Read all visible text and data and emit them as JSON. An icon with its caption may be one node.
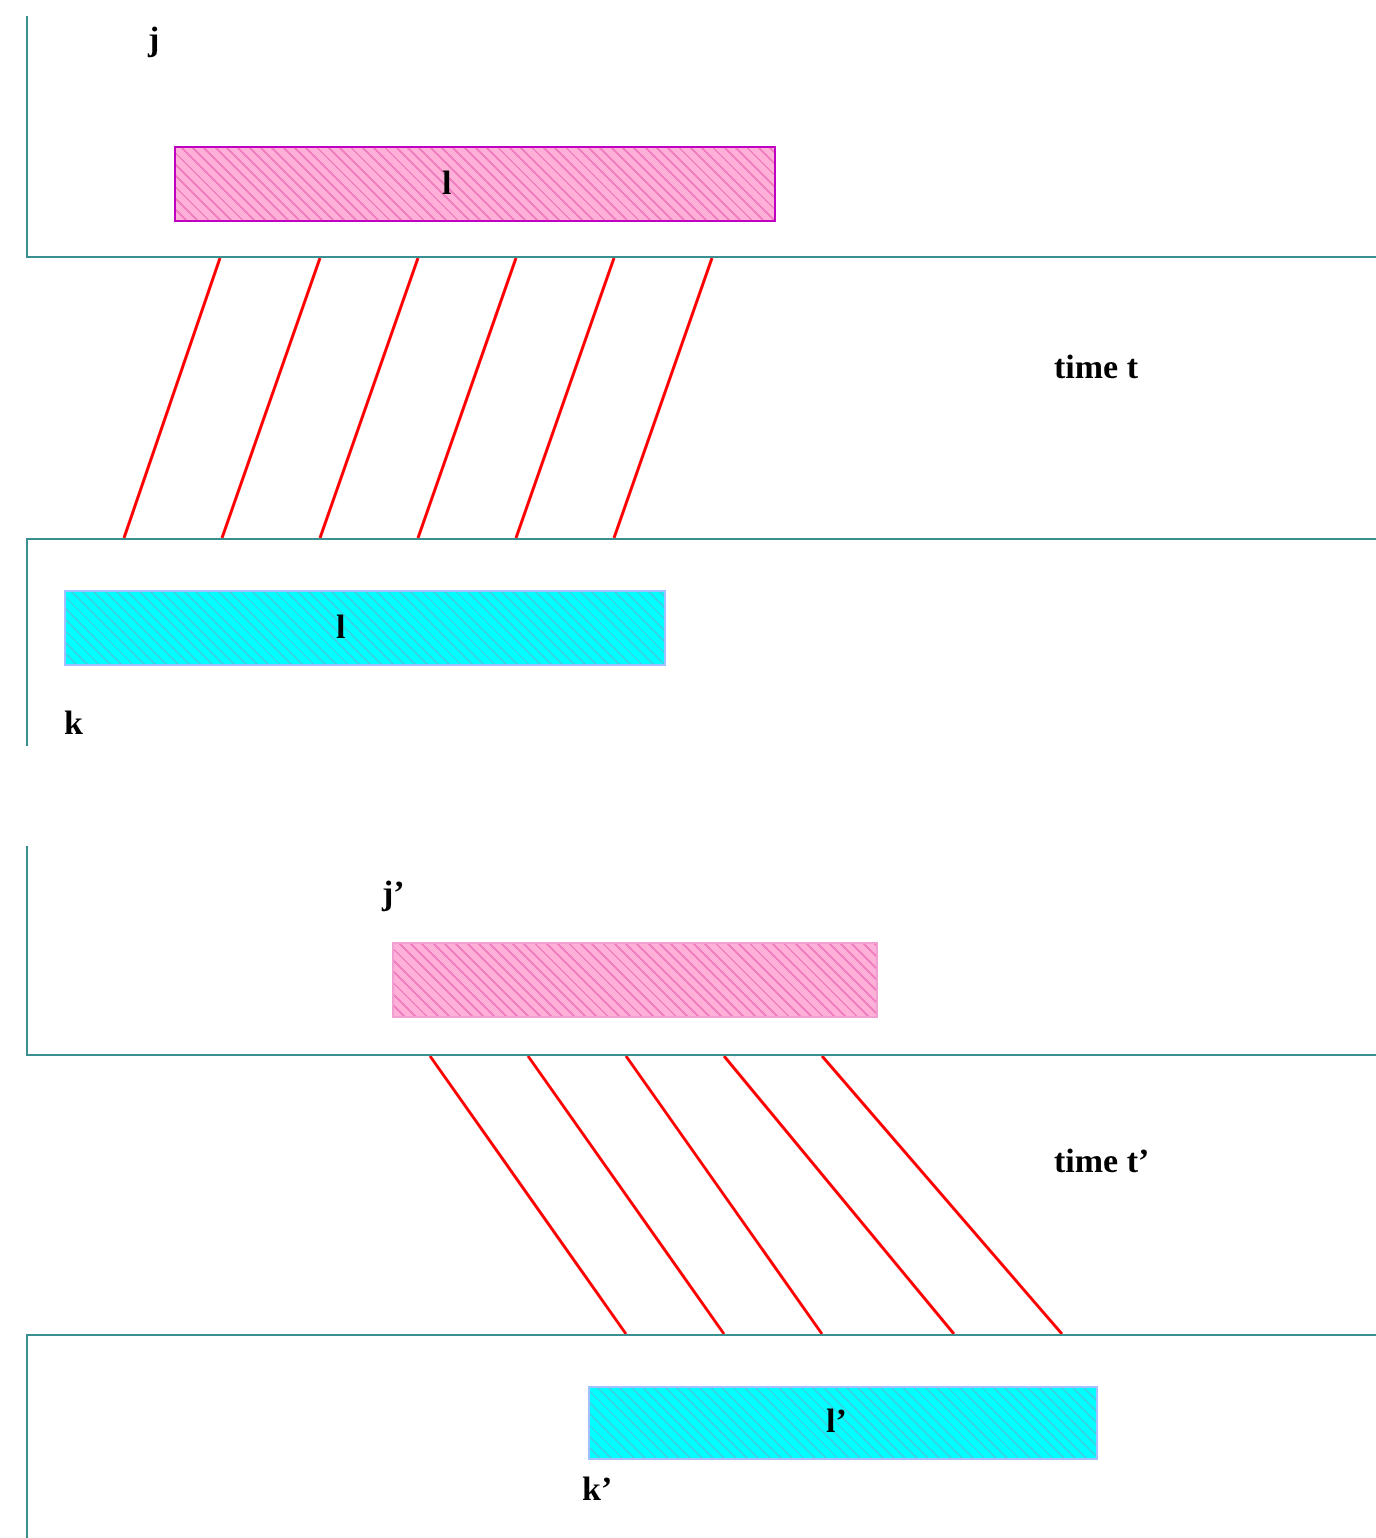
{
  "diagram": {
    "nodes": [
      {
        "text": [
          "j"
        ]
      },
      {
        "text": [
          "l"
        ],
        "in": 0
      },
      {
        "text": [
          "k"
        ]
      },
      {
        "text": [
          "l"
        ],
        "in": 2
      },
      {
        "text": [
          "j’"
        ]
      },
      {
        "text": [],
        "shape": "bar",
        "in": 4
      },
      {
        "text": [
          "k’"
        ]
      },
      {
        "text": [
          "l’"
        ],
        "in": 6
      }
    ],
    "edges": [
      {
        "from": 0,
        "to": 2,
        "arrow": "none"
      },
      {
        "from": 0,
        "to": 2,
        "arrow": "none"
      },
      {
        "from": 0,
        "to": 2,
        "arrow": "none"
      },
      {
        "from": 0,
        "to": 2,
        "arrow": "none"
      },
      {
        "from": 0,
        "to": 2,
        "arrow": "none"
      },
      {
        "from": 0,
        "to": 2,
        "arrow": "none"
      },
      {
        "from": 4,
        "to": 6,
        "arrow": "none"
      },
      {
        "from": 4,
        "to": 6,
        "arrow": "none"
      },
      {
        "from": 4,
        "to": 6,
        "arrow": "none"
      },
      {
        "from": 4,
        "to": 6,
        "arrow": "none"
      },
      {
        "from": 4,
        "to": 6,
        "arrow": "none"
      }
    ],
    "labels": [
      "time t",
      "time t’"
    ]
  }
}
